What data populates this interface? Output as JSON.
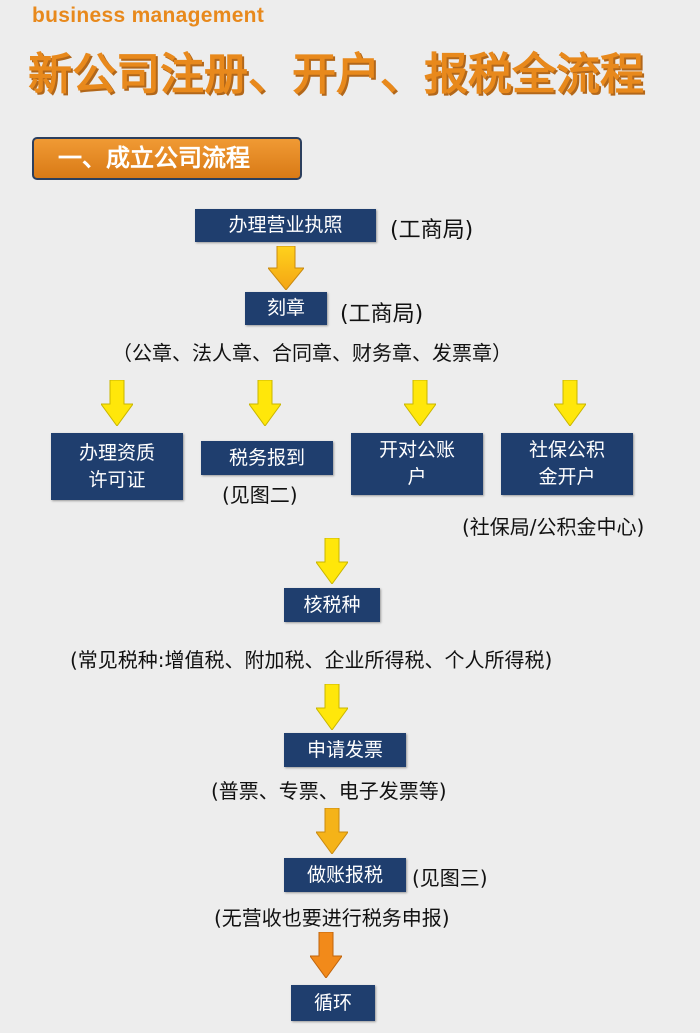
{
  "header": {
    "subtitle": "business management",
    "title": "新公司注册、开户、报税全流程"
  },
  "section": {
    "title": "一、成立公司流程"
  },
  "steps": {
    "license": {
      "label": "办理营业执照",
      "note": "(工商局)"
    },
    "seal": {
      "label": "刻章",
      "note": "(工商局)",
      "detail": "（公章、法人章、合同章、财务章、发票章）"
    },
    "branches": [
      {
        "label_line1": "办理资质",
        "label_line2": "许可证"
      },
      {
        "label_line1": "税务报到",
        "note": "(见图二)"
      },
      {
        "label_line1": "开对公账",
        "label_line2": "户"
      },
      {
        "label_line1": "社保公积",
        "label_line2": "金开户",
        "note": "(社保局/公积金中心)"
      }
    ],
    "tax_type": {
      "label": "核税种",
      "note": "(常见税种:增值税、附加税、企业所得税、个人所得税)"
    },
    "invoice": {
      "label": "申请发票",
      "note": "(普票、专票、电子发票等)"
    },
    "bookkeeping": {
      "label": "做账报税",
      "note": "(见图三)",
      "detail": "(无营收也要进行税务申报)"
    },
    "loop": {
      "label": "循环"
    }
  },
  "colors": {
    "orange": "#e8891c",
    "navy": "#1f3e6e",
    "arrow_yellow": "#ffe70a",
    "arrow_amber": "#f5b318",
    "arrow_orange": "#f28a1a"
  },
  "icons": [
    "down-arrow-icon"
  ]
}
